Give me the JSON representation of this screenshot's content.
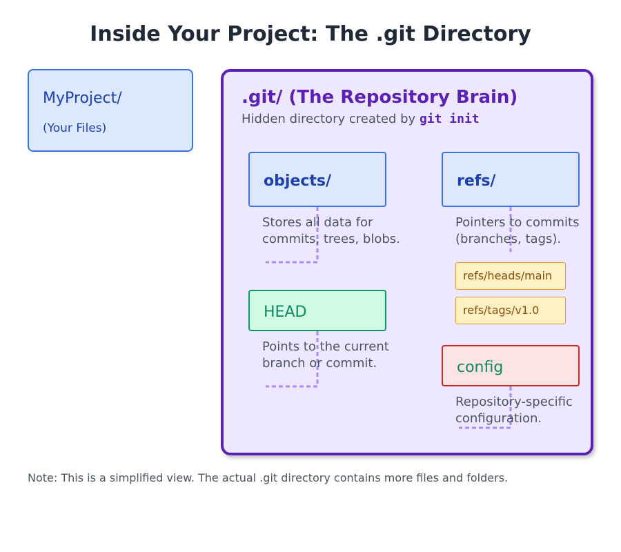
{
  "title": "Inside Your Project: The .git Directory",
  "project": {
    "name": "MyProject/",
    "subtitle": "(Your Files)"
  },
  "git": {
    "title": ".git/ (The Repository Brain)",
    "subtitle_prefix": "Hidden directory created by ",
    "subtitle_command": "git init"
  },
  "objects": {
    "label": "objects/",
    "desc_line1": "Stores all data for",
    "desc_line2": "commits, trees, blobs."
  },
  "refs": {
    "label": "refs/",
    "desc_line1": "Pointers to commits",
    "desc_line2": "(branches, tags).",
    "items": [
      "refs/heads/main",
      "refs/tags/v1.0"
    ]
  },
  "head": {
    "label": "HEAD",
    "desc_line1": "Points to the current",
    "desc_line2": "branch or commit."
  },
  "config": {
    "label": "config",
    "desc_line1": "Repository-specific",
    "desc_line2": "configuration."
  },
  "note": "Note: This is a simplified view. The actual .git directory contains more files and folders.",
  "colors": {
    "git_border": "#5b21b6",
    "git_fill": "#ede8fd",
    "blue_border": "#3b73d9",
    "blue_fill": "#dbe8fd",
    "green_border": "#0f9968",
    "green_fill": "#d1fae5",
    "red_border": "#c62828",
    "red_fill": "#fde3e3",
    "tag_fill": "#fdf1c4",
    "tag_border": "#e09a3a",
    "connector": "#a78bfa"
  }
}
